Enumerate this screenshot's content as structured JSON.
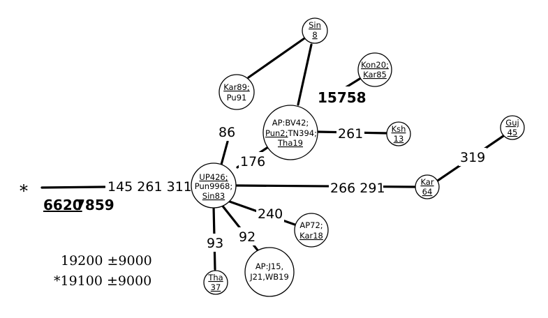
{
  "nodes": {
    "center": [
      "UP426;",
      "Pun9968;",
      "Sin83"
    ],
    "sin8": [
      "Sin",
      "8"
    ],
    "kar89": [
      "Kar89;",
      "Pu91"
    ],
    "kon20": [
      "Kon20;",
      "Kar85"
    ],
    "ap_bv42": [
      "AP:BV42;",
      "Pun2;",
      "TN394;",
      "Tha19"
    ],
    "ksh13": [
      "Ksh",
      "13"
    ],
    "guj45": [
      "Guj",
      "45"
    ],
    "kar64": [
      "Kar",
      "64"
    ],
    "ap72": [
      "AP72;",
      "Kar18"
    ],
    "ap_j15": [
      "AP:J15,",
      "J21,WB19"
    ],
    "tha37": [
      "Tha",
      "37"
    ]
  },
  "edge_labels": {
    "root": "145 261 311",
    "kar89": "86",
    "ap_bv42": "176",
    "kon20": "15758",
    "ksh13": "261",
    "kar64": "266 291",
    "guj45": "319",
    "ap72": "240",
    "ap_j15": "92",
    "tha37": "93"
  },
  "root": {
    "asterisk": "*",
    "label_a": "6620",
    "label_b": "7859"
  },
  "dates": {
    "line1": "19200 ±9000",
    "line2": "*19100 ±9000"
  }
}
